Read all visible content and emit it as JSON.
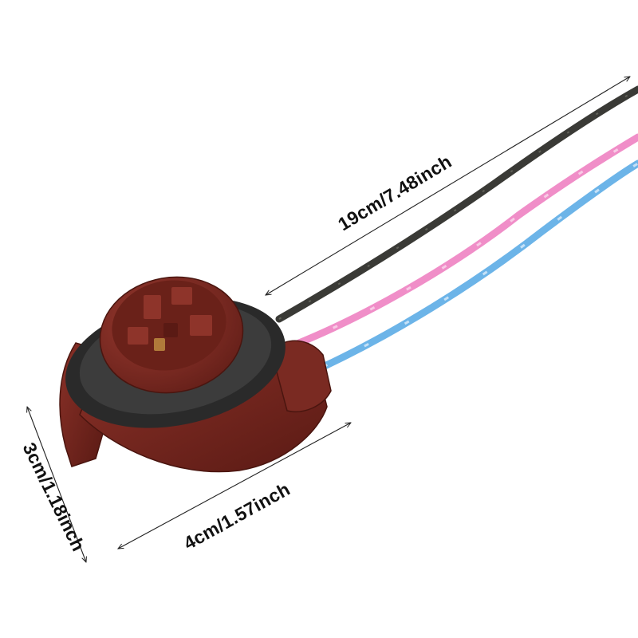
{
  "dimensions": {
    "wire_length": "19cm/7.48inch",
    "width": "4cm/1.57inch",
    "height": "3cm/1.18inch"
  },
  "colors": {
    "socket": "#7a2a22",
    "socket_dark": "#4f1712",
    "seal_ring": "#2a2a2a",
    "wire_black": "#3a3a36",
    "wire_pink": "#f08ec8",
    "wire_blue": "#6cb4e8",
    "terminal": "#b07a3a"
  }
}
